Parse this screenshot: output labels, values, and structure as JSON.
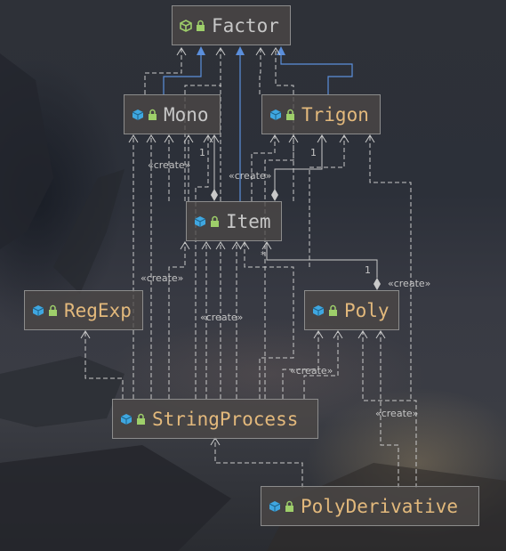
{
  "nodes": {
    "factor": "Factor",
    "mono": "Mono",
    "trigon": "Trigon",
    "item": "Item",
    "regexp": "RegExp",
    "poly": "Poly",
    "string_process": "StringProcess",
    "poly_derivative": "PolyDerivative"
  },
  "edge_labels": {
    "create": "«create»",
    "one": "1",
    "many": "*"
  },
  "colors": {
    "interface_icon": "#9ecf6a",
    "class_icon": "#3fa7e0",
    "lock": "#9ecf6a",
    "realization": "#5b8fdc",
    "dependency": "#c9c9c9",
    "class_name": "#e3b97c",
    "interface_name": "#c7c7c7"
  }
}
